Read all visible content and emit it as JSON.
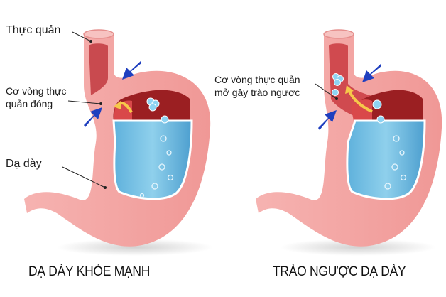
{
  "diagrams": [
    {
      "id": "healthy",
      "caption": "DẠ DÀY KHỎE MẠNH",
      "labels": {
        "esophagus": "Thực quản",
        "sphincter_line1": "Cơ vòng thực",
        "sphincter_line2": "quản đóng",
        "stomach": "Dạ dày"
      }
    },
    {
      "id": "reflux",
      "caption": "TRÀO NGƯỢC DẠ DÀY",
      "labels": {
        "sphincter_line1": "Cơ vòng thực quản",
        "sphincter_line2": "mở gây trào ngược"
      }
    }
  ],
  "colors": {
    "tissue": "#f4a9a8",
    "tissue_light": "#fbd3d0",
    "interior_dark": "#9b1f22",
    "interior_red": "#d9484a",
    "fluid": "#7cc3e3",
    "fluid_dark": "#4d9fcf",
    "arrow": "#1f3fbf",
    "reflux_arrow": "#f6c84a"
  }
}
